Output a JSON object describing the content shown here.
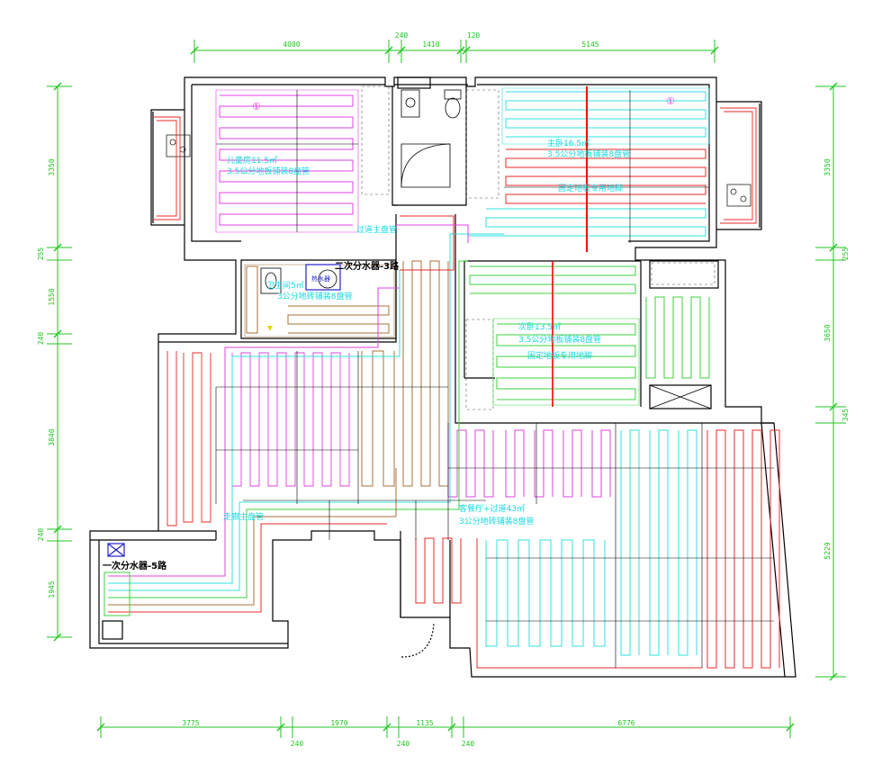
{
  "colors": {
    "wall": "#000000",
    "dimension": "#22c522",
    "label": "#16d8e0",
    "pipe_magenta": "#e040e0",
    "pipe_cyan": "#30e0e0",
    "pipe_red": "#e82828",
    "pipe_green": "#3cd23c",
    "pipe_brown": "#a8703a",
    "heavy_red": "#ff0000"
  },
  "dims": {
    "top": [
      "4000",
      "240",
      "1410",
      "120",
      "5145"
    ],
    "bottom": [
      "3775",
      "1970",
      "1135",
      "6776"
    ],
    "bottom_small": [
      "240",
      "240",
      "240"
    ],
    "left": [
      "3350",
      "255",
      "1550",
      "240",
      "3840",
      "240",
      "1945"
    ],
    "right": [
      "3350",
      "255",
      "3650",
      "345",
      "5229"
    ]
  },
  "rooms": {
    "kids": {
      "mark": "①",
      "line1": "儿童房11.5㎡",
      "line2": "3.5公分地板铺装8盘管"
    },
    "master": {
      "mark": "①",
      "line1": "主卧16.5㎡",
      "line2": "3.5公分地板铺装8盘管",
      "line3": "固定地板专用地脚"
    },
    "bath": {
      "line1": "卫生间5㎡",
      "line2": "3公分地砖铺装8盘管"
    },
    "second": {
      "line1": "次卧13.5㎡",
      "line2": "3.5公分地板铺装8盘管",
      "line3": "固定地板专用地脚"
    },
    "living": {
      "line1": "客餐厅+过道43㎡",
      "line2": "3公分地砖铺装8盘管"
    },
    "entry": {
      "line1": "走廊主盘管"
    },
    "corridor": {
      "line1": "过道主盘管"
    }
  },
  "manifolds": {
    "upper": {
      "label": "二次分水器-3路",
      "tag": "热水器"
    },
    "lower": {
      "label": "一次分水器-5路"
    }
  }
}
